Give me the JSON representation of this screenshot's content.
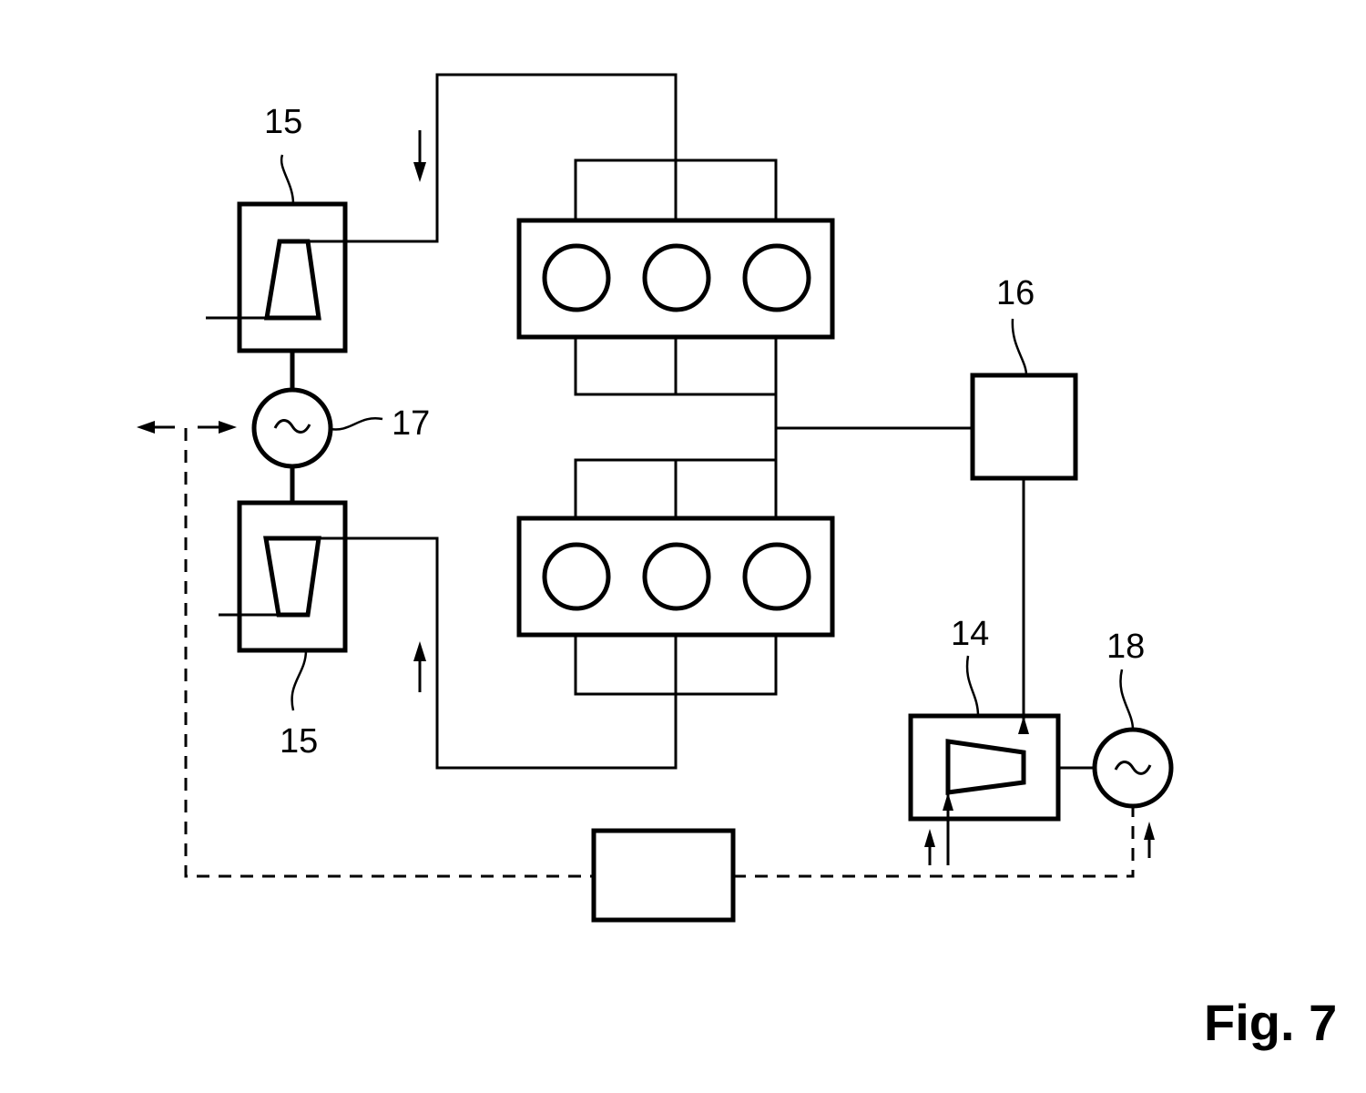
{
  "figure": {
    "title": "Fig. 7",
    "type": "patent-schematic",
    "description": "Engine with two cylinder banks, two turbochargers (15) coupled via electric machine (17), exhaust aftertreatment/unit (16), power turbine (14) with generator (18), and control unit (unlabeled box) connected by dashed signal lines"
  },
  "labels": {
    "turbo_upper": "15",
    "turbo_lower": "15",
    "electric_machine_turbo": "17",
    "unit_16": "16",
    "power_turbine": "14",
    "generator": "18"
  },
  "components": [
    {
      "id": "turbo_upper",
      "ref": "15",
      "kind": "turbocharger-compressor"
    },
    {
      "id": "electric_machine",
      "ref": "17",
      "kind": "electric-machine",
      "symbol": "~"
    },
    {
      "id": "turbo_lower",
      "ref": "15",
      "kind": "turbocharger-compressor"
    },
    {
      "id": "engine_bank_upper",
      "kind": "cylinder-bank",
      "cylinders": 3
    },
    {
      "id": "engine_bank_lower",
      "kind": "cylinder-bank",
      "cylinders": 3
    },
    {
      "id": "unit_16",
      "ref": "16",
      "kind": "block"
    },
    {
      "id": "power_turbine",
      "ref": "14",
      "kind": "turbine"
    },
    {
      "id": "generator",
      "ref": "18",
      "kind": "generator",
      "symbol": "~"
    },
    {
      "id": "control_unit",
      "kind": "block"
    }
  ],
  "flow_arrows": [
    {
      "location": "upper-intake",
      "direction": "down"
    },
    {
      "location": "lower-intake",
      "direction": "up"
    },
    {
      "location": "power-turbine-inlet",
      "direction": "up"
    },
    {
      "location": "power-turbine-outlet",
      "direction": "up"
    },
    {
      "location": "signal-left",
      "direction": "bidirectional"
    },
    {
      "location": "generator-signal",
      "direction": "up"
    }
  ],
  "symbols": {
    "ac": "~"
  }
}
